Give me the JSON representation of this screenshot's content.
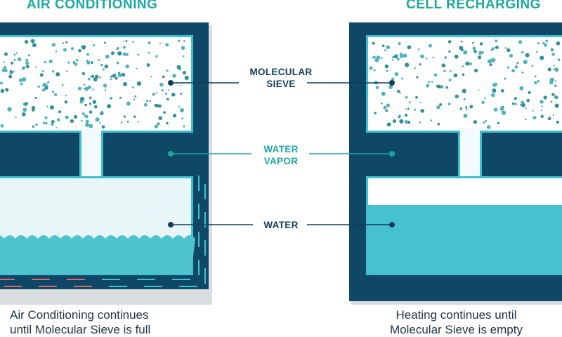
{
  "titles": {
    "left": "AIR CONDITIONING",
    "right": "CELL RECHARGING"
  },
  "labels": {
    "molecular_sieve": [
      "MOLECULAR",
      "SIEVE"
    ],
    "water_vapor": [
      "WATER",
      "VAPOR"
    ],
    "water": "WATER"
  },
  "captions": {
    "left": [
      "Air Conditioning continues",
      "until Molecular Sieve is full"
    ],
    "right": [
      "Heating continues until",
      "Molecular Sieve is empty"
    ]
  },
  "colors": {
    "navy": "#0e4866",
    "teal": "#3fc0cf",
    "title": "#1aa9a2",
    "heat": "#e0666a"
  }
}
